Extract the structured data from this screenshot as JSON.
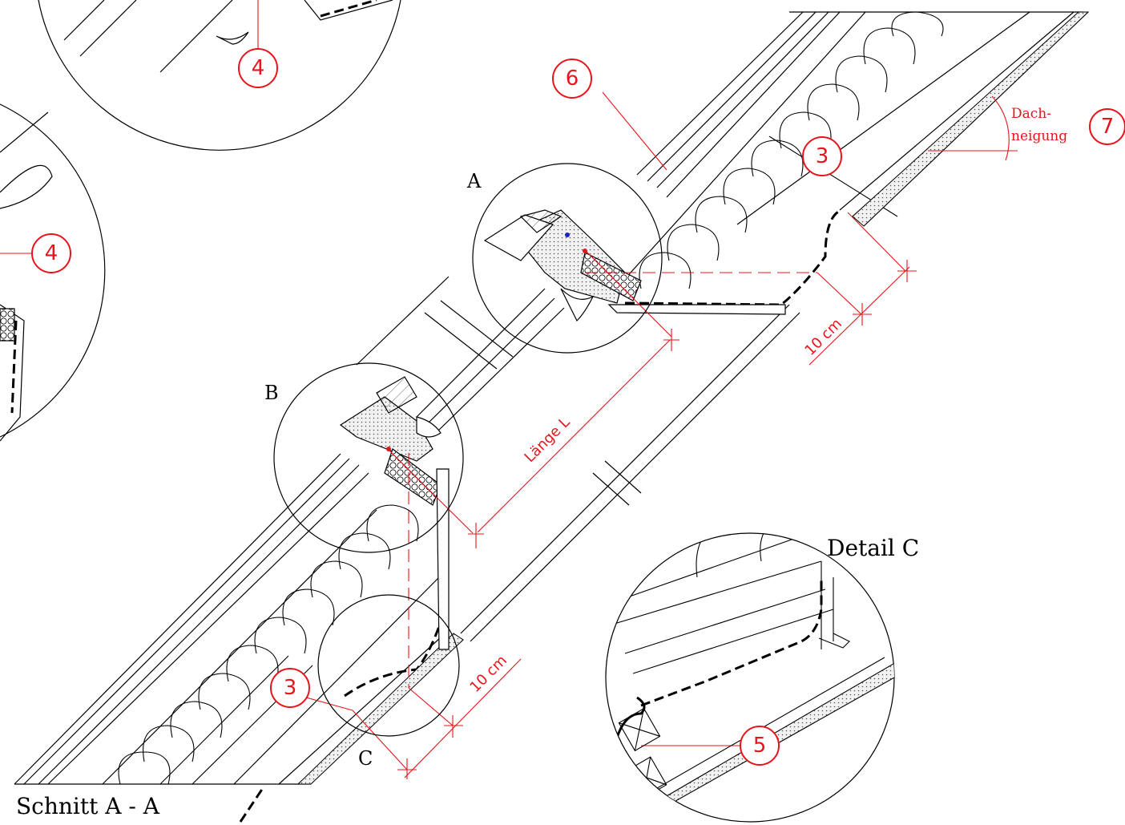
{
  "title": "Schnitt A - A",
  "detail_c_title": "Detail C",
  "section_markers": {
    "a": "A",
    "b": "B",
    "c": "C"
  },
  "callouts": {
    "n3": "3",
    "n4": "4",
    "n5": "5",
    "n6": "6",
    "n7": "7"
  },
  "slope_label_line1": "Dach-",
  "slope_label_line2": "neigung",
  "dimensions": {
    "length": "Länge L",
    "gap_top": "10 cm",
    "gap_bottom": "10 cm"
  },
  "colors": {
    "line": "#000000",
    "callout": "#e8141b",
    "fill": "#e6e6e6",
    "accent": "#1b22c4"
  }
}
